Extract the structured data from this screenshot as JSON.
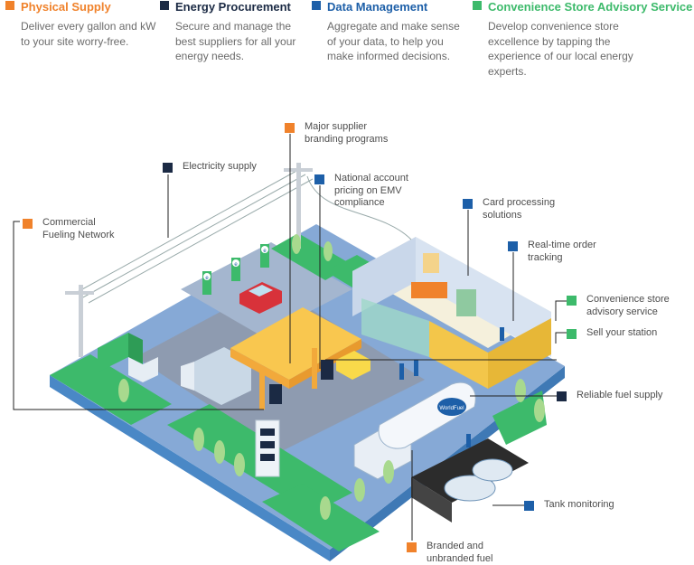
{
  "colors": {
    "orange": "#f0822b",
    "navy": "#1b2a44",
    "blue": "#1d5fa8",
    "green": "#3dba6b"
  },
  "legend": [
    {
      "title": "Physical Supply",
      "desc": "Deliver every gallon and kW to your site worry-free.",
      "color": "#f0822b"
    },
    {
      "title": "Energy Procurement",
      "desc": "Secure and manage the best suppliers for all your energy needs.",
      "color": "#1b2a44"
    },
    {
      "title": "Data Management",
      "desc": "Aggregate and make sense of your data, to help you make informed decisions.",
      "color": "#1d5fa8"
    },
    {
      "title": "Convenience Store Advisory Service",
      "desc": "Develop convenience store excellence by tapping the experience of our local energy experts.",
      "color": "#3dba6b"
    }
  ],
  "callouts": {
    "major_supplier": "Major supplier\nbranding programs",
    "electricity": "Electricity supply",
    "national_account": "National account\npricing on EMV\ncompliance",
    "commercial": "Commercial\nFueling Network",
    "card_processing": "Card processing\nsolutions",
    "realtime": "Real-time order\ntracking",
    "conv_store": "Convenience store\nadvisory service",
    "sell_station": "Sell your station",
    "reliable_fuel": "Reliable fuel supply",
    "tank_monitoring": "Tank monitoring",
    "branded_fuel": "Branded and\nunbranded fuel"
  },
  "scene": {
    "ev_label": "e",
    "truck_brand": "WorldFuel"
  }
}
